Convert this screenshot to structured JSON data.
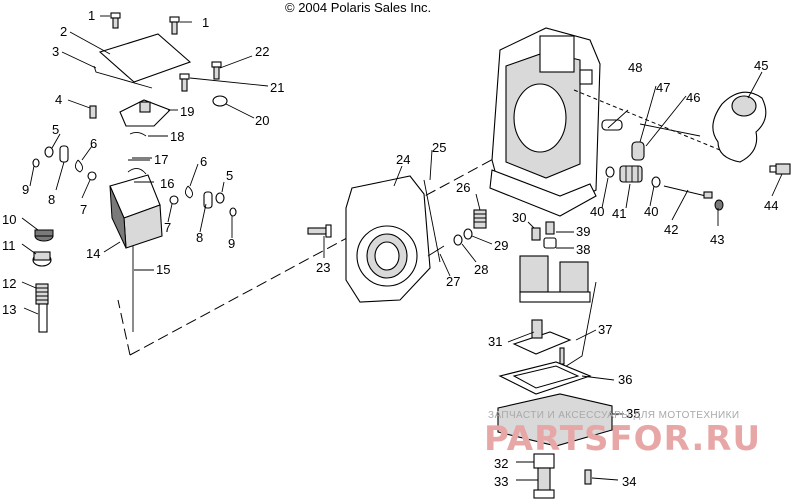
{
  "copyright": "© 2004 Polaris Sales Inc.",
  "watermark": {
    "line1": "ЗАПЧАСТИ И АКСЕССУАРЫ ДЛЯ МОТОТЕХНИКИ",
    "line2": "PARTSFOR.RU"
  },
  "callouts": [
    "1",
    "1",
    "2",
    "3",
    "4",
    "5",
    "5",
    "6",
    "6",
    "7",
    "7",
    "8",
    "8",
    "9",
    "9",
    "10",
    "11",
    "12",
    "13",
    "14",
    "15",
    "16",
    "17",
    "18",
    "19",
    "20",
    "21",
    "22",
    "23",
    "24",
    "25",
    "26",
    "27",
    "28",
    "29",
    "30",
    "31",
    "32",
    "33",
    "34",
    "35",
    "36",
    "37",
    "38",
    "39",
    "40",
    "40",
    "41",
    "42",
    "43",
    "44",
    "45",
    "46",
    "47",
    "48"
  ]
}
